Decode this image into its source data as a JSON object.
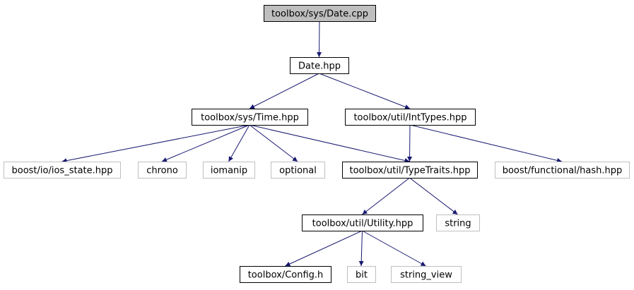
{
  "colors": {
    "edge": "#191970",
    "root_fill": "#bfbfbf",
    "node_fill": "#ffffff",
    "documented_border": "#000000",
    "external_border": "#bfbfbf",
    "background": "#ffffff"
  },
  "nodes": [
    {
      "id": "date_cpp",
      "label": "toolbox/sys/Date.cpp",
      "kind": "root"
    },
    {
      "id": "date_hpp",
      "label": "Date.hpp",
      "kind": "documented"
    },
    {
      "id": "time_hpp",
      "label": "toolbox/sys/Time.hpp",
      "kind": "documented"
    },
    {
      "id": "inttypes_hpp",
      "label": "toolbox/util/IntTypes.hpp",
      "kind": "documented"
    },
    {
      "id": "ios_state_hpp",
      "label": "boost/io/ios_state.hpp",
      "kind": "external"
    },
    {
      "id": "chrono",
      "label": "chrono",
      "kind": "external"
    },
    {
      "id": "iomanip",
      "label": "iomanip",
      "kind": "external"
    },
    {
      "id": "optional",
      "label": "optional",
      "kind": "external"
    },
    {
      "id": "typetraits_hpp",
      "label": "toolbox/util/TypeTraits.hpp",
      "kind": "documented"
    },
    {
      "id": "hash_hpp",
      "label": "boost/functional/hash.hpp",
      "kind": "external"
    },
    {
      "id": "utility_hpp",
      "label": "toolbox/util/Utility.hpp",
      "kind": "documented"
    },
    {
      "id": "string",
      "label": "string",
      "kind": "external"
    },
    {
      "id": "config_h",
      "label": "toolbox/Config.h",
      "kind": "documented"
    },
    {
      "id": "bit",
      "label": "bit",
      "kind": "external"
    },
    {
      "id": "string_view",
      "label": "string_view",
      "kind": "external"
    }
  ],
  "edges": [
    {
      "from": "date_cpp",
      "to": "date_hpp"
    },
    {
      "from": "date_hpp",
      "to": "time_hpp"
    },
    {
      "from": "date_hpp",
      "to": "inttypes_hpp"
    },
    {
      "from": "time_hpp",
      "to": "ios_state_hpp"
    },
    {
      "from": "time_hpp",
      "to": "chrono"
    },
    {
      "from": "time_hpp",
      "to": "iomanip"
    },
    {
      "from": "time_hpp",
      "to": "optional"
    },
    {
      "from": "time_hpp",
      "to": "typetraits_hpp"
    },
    {
      "from": "inttypes_hpp",
      "to": "typetraits_hpp"
    },
    {
      "from": "inttypes_hpp",
      "to": "hash_hpp"
    },
    {
      "from": "typetraits_hpp",
      "to": "utility_hpp"
    },
    {
      "from": "typetraits_hpp",
      "to": "string"
    },
    {
      "from": "utility_hpp",
      "to": "config_h"
    },
    {
      "from": "utility_hpp",
      "to": "bit"
    },
    {
      "from": "utility_hpp",
      "to": "string_view"
    }
  ]
}
